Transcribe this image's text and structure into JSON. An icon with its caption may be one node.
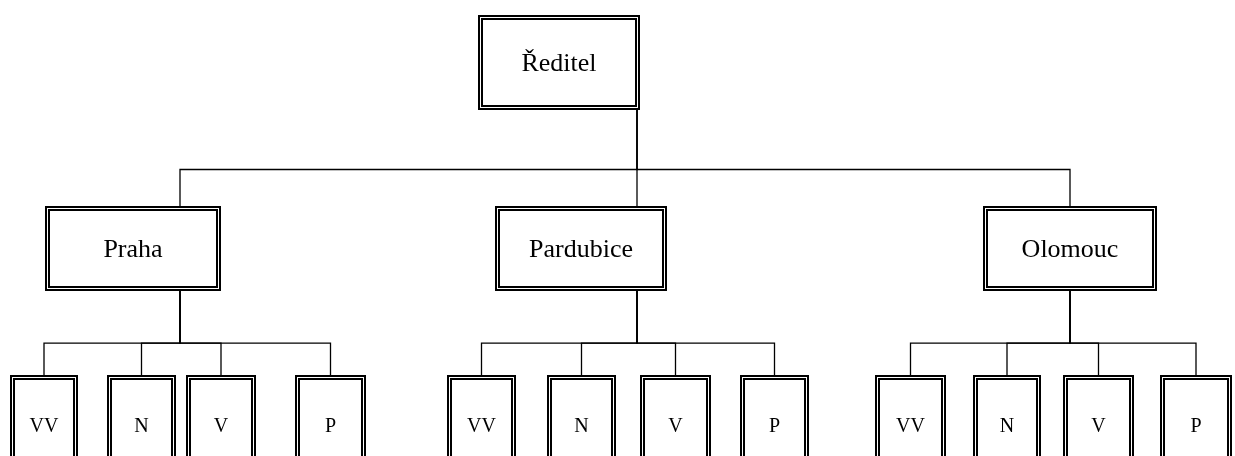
{
  "diagram": {
    "nodes": [
      {
        "text": [
          "Ředitel"
        ]
      },
      {
        "text": [
          "Praha"
        ]
      },
      {
        "text": [
          "Pardubice"
        ]
      },
      {
        "text": [
          "Olomouc"
        ]
      },
      {
        "text": [
          "VV"
        ]
      },
      {
        "text": [
          "N"
        ]
      },
      {
        "text": [
          "V"
        ]
      },
      {
        "text": [
          "P"
        ]
      },
      {
        "text": [
          "VV"
        ]
      },
      {
        "text": [
          "N"
        ]
      },
      {
        "text": [
          "V"
        ]
      },
      {
        "text": [
          "P"
        ]
      },
      {
        "text": [
          "VV"
        ]
      },
      {
        "text": [
          "N"
        ]
      },
      {
        "text": [
          "V"
        ]
      },
      {
        "text": [
          "P"
        ]
      }
    ],
    "edges": [
      {
        "from": 0,
        "to": 1,
        "arrow": "none"
      },
      {
        "from": 0,
        "to": 2,
        "arrow": "none"
      },
      {
        "from": 0,
        "to": 3,
        "arrow": "none"
      },
      {
        "from": 1,
        "to": 4,
        "arrow": "none"
      },
      {
        "from": 1,
        "to": 5,
        "arrow": "none"
      },
      {
        "from": 1,
        "to": 6,
        "arrow": "none"
      },
      {
        "from": 1,
        "to": 7,
        "arrow": "none"
      },
      {
        "from": 2,
        "to": 8,
        "arrow": "none"
      },
      {
        "from": 2,
        "to": 9,
        "arrow": "none"
      },
      {
        "from": 2,
        "to": 10,
        "arrow": "none"
      },
      {
        "from": 2,
        "to": 11,
        "arrow": "none"
      },
      {
        "from": 3,
        "to": 12,
        "arrow": "none"
      },
      {
        "from": 3,
        "to": 13,
        "arrow": "none"
      },
      {
        "from": 3,
        "to": 14,
        "arrow": "none"
      },
      {
        "from": 3,
        "to": 15,
        "arrow": "none"
      }
    ]
  }
}
